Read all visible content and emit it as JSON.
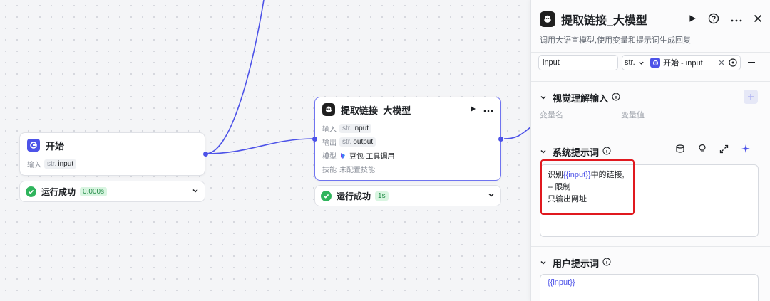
{
  "canvas": {
    "start_node": {
      "title": "开始",
      "rows": [
        {
          "label": "输入",
          "type": "str.",
          "value": "input"
        }
      ],
      "status": {
        "label": "运行成功",
        "time": "0.000s"
      }
    },
    "llm_node": {
      "title": "提取链接_大模型",
      "rows": {
        "input": {
          "label": "输入",
          "type": "str.",
          "value": "input"
        },
        "output": {
          "label": "输出",
          "type": "str.",
          "value": "output"
        },
        "model": {
          "label": "模型",
          "value": "豆包·工具调用"
        },
        "skill": {
          "label": "技能",
          "value": "未配置技能"
        }
      },
      "status": {
        "label": "运行成功",
        "time": "1s"
      }
    }
  },
  "panel": {
    "title": "提取链接_大模型",
    "description": "调用大语言模型,使用变量和提示词生成回复",
    "input_row": {
      "name_value": "input",
      "type_value": "str.",
      "ref_value": "开始 - input"
    },
    "vision": {
      "title": "视觉理解输入",
      "col_name": "变量名",
      "col_value": "变量值"
    },
    "system_prompt": {
      "title": "系统提示词",
      "line1_prefix": "识别",
      "line1_var": "{{input}}",
      "line1_suffix": "中的链接,",
      "line2": "-- 限制",
      "line3": "只输出网址"
    },
    "user_prompt": {
      "title": "用户提示词",
      "text": "{{input}}"
    }
  },
  "colors": {
    "accent": "#4d53e8",
    "success": "#2fb45c",
    "highlight": "#e0191f"
  }
}
